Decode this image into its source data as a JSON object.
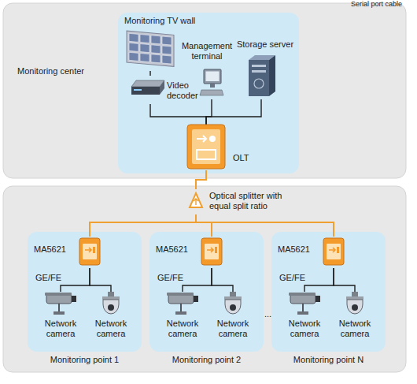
{
  "diagram": {
    "nodes": [
      {
        "text": [
          "Monitoring center"
        ]
      },
      {
        "text": [
          "Monitoring TV wall"
        ],
        "in": 0
      },
      {
        "text": [
          "Video decoder"
        ],
        "in": 0
      },
      {
        "text": [
          "Management terminal"
        ],
        "in": 0
      },
      {
        "text": [
          "Storage server"
        ],
        "in": 0
      },
      {
        "text": [
          "OLT"
        ],
        "in": 0
      },
      {
        "text": [
          "Optical splitter with equal split ratio"
        ]
      },
      {
        "text": [
          "Monitoring point 1"
        ]
      },
      {
        "text": [
          "MA5621"
        ],
        "in": 7
      },
      {
        "text": [
          "Network camera"
        ],
        "in": 7
      },
      {
        "text": [
          "Network camera"
        ],
        "in": 7
      },
      {
        "text": [
          "Monitoring point 2"
        ]
      },
      {
        "text": [
          "MA5621"
        ],
        "in": 11
      },
      {
        "text": [
          "Network camera"
        ],
        "in": 11
      },
      {
        "text": [
          "Network camera"
        ],
        "in": 11
      },
      {
        "text": [
          "Monitoring point N"
        ]
      },
      {
        "text": [
          "MA5621"
        ],
        "in": 15
      },
      {
        "text": [
          "Network camera"
        ],
        "in": 15
      },
      {
        "text": [
          "Network camera"
        ],
        "in": 15
      }
    ],
    "edges": [
      {
        "from": 1,
        "to": 2,
        "arrow": "none"
      },
      {
        "from": 2,
        "to": 5,
        "arrow": "none"
      },
      {
        "from": 3,
        "to": 5,
        "arrow": "none"
      },
      {
        "from": 4,
        "to": 5,
        "arrow": "none"
      },
      {
        "from": 5,
        "to": 6,
        "arrow": "none"
      },
      {
        "from": 6,
        "to": 8,
        "arrow": "none"
      },
      {
        "from": 6,
        "to": 12,
        "arrow": "none"
      },
      {
        "from": 6,
        "to": 16,
        "arrow": "none"
      },
      {
        "from": 8,
        "to": 9,
        "arrow": "none"
      },
      {
        "from": 8,
        "to": 10,
        "arrow": "none"
      },
      {
        "from": 12,
        "to": 13,
        "arrow": "none"
      },
      {
        "from": 12,
        "to": 14,
        "arrow": "none"
      },
      {
        "from": 16,
        "to": 17,
        "arrow": "none"
      },
      {
        "from": 16,
        "to": 18,
        "arrow": "none"
      }
    ],
    "labels": [
      "Serial port cable",
      "GE/FE",
      "GE/FE",
      "GE/FE",
      "..."
    ]
  }
}
